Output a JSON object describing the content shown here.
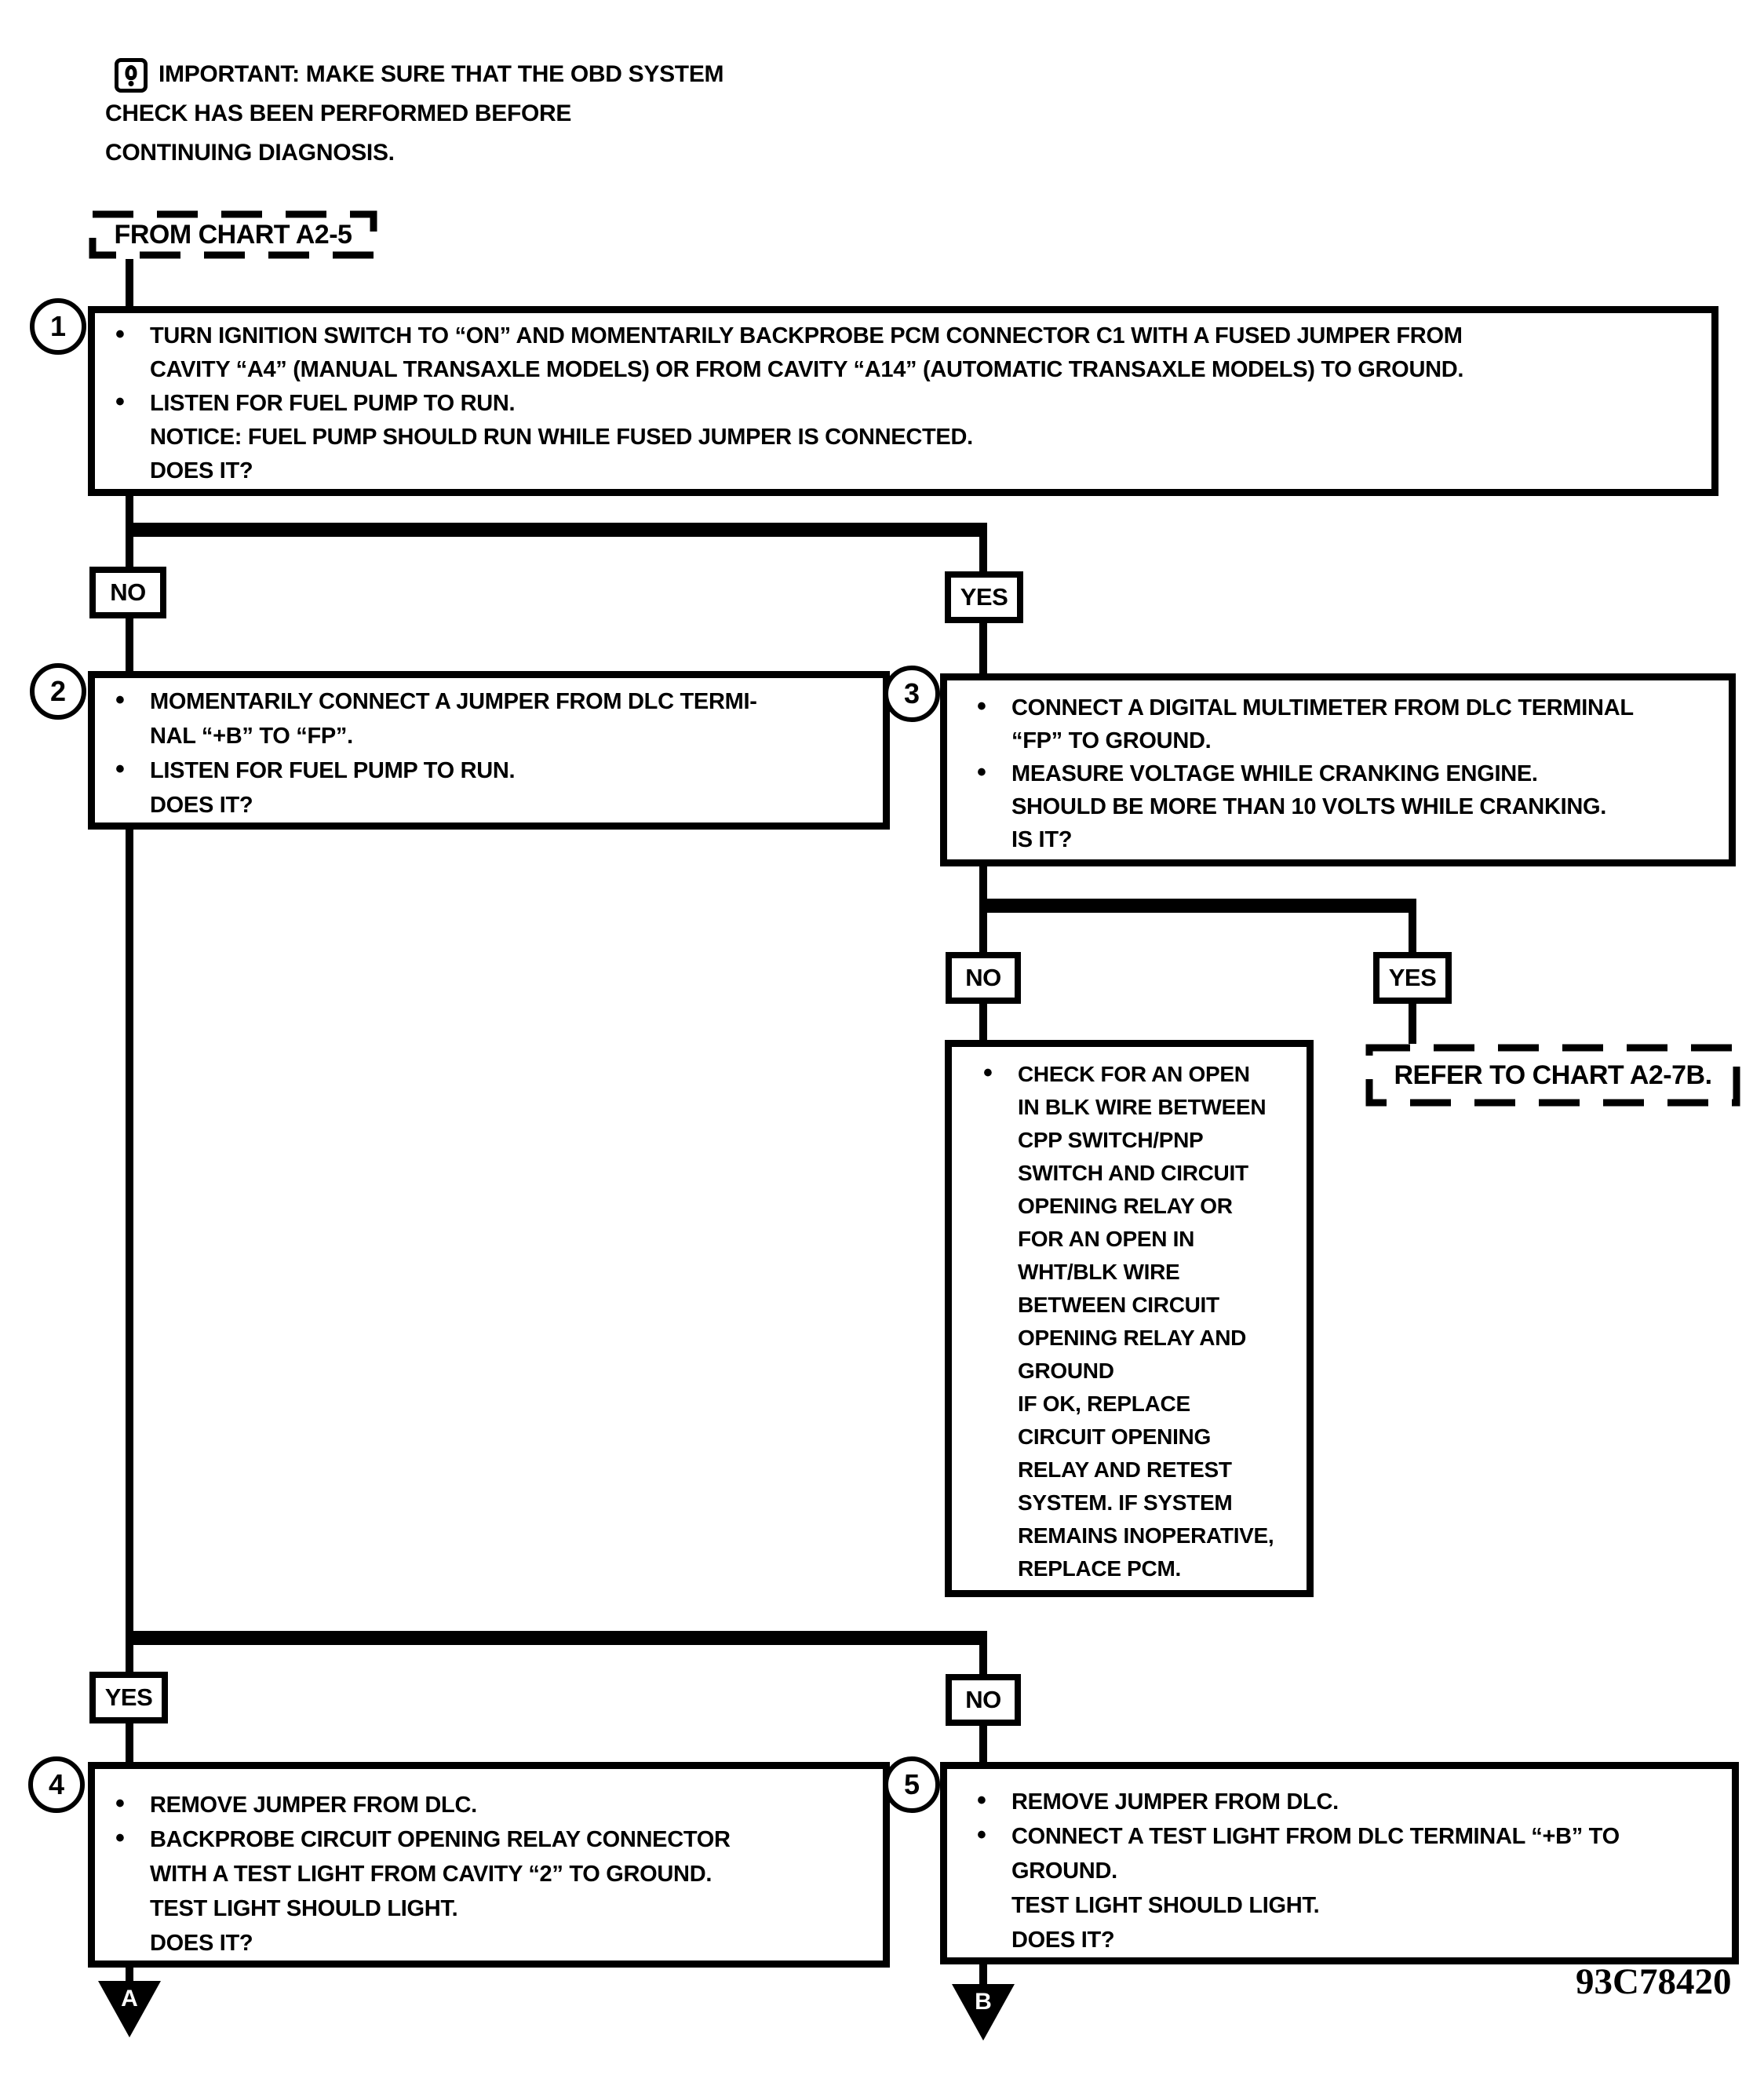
{
  "page": {
    "background": "#ffffff",
    "ink": "#000000",
    "doc_number": "93C78420"
  },
  "note": {
    "icon": "important-icon",
    "line1": "IMPORTANT:  MAKE SURE THAT THE OBD SYSTEM",
    "line2": "CHECK HAS BEEN PERFORMED BEFORE",
    "line3": "CONTINUING DIAGNOSIS."
  },
  "start": {
    "label": "FROM CHART A2-5"
  },
  "connectors": {
    "no1": "NO",
    "yes1": "YES",
    "no2": "NO",
    "yes2": "YES",
    "yes3": "YES",
    "no3": "NO"
  },
  "steps": {
    "s1": {
      "number": "1",
      "l1": "TURN IGNITION SWITCH TO “ON” AND MOMENTARILY BACKPROBE PCM CONNECTOR C1 WITH A FUSED JUMPER FROM",
      "l2": "CAVITY “A4” (MANUAL TRANSAXLE MODELS) OR FROM CAVITY “A14” (AUTOMATIC TRANSAXLE MODELS) TO GROUND.",
      "l3": "LISTEN FOR FUEL PUMP TO RUN.",
      "l4": "NOTICE: FUEL PUMP SHOULD RUN WHILE FUSED JUMPER IS CONNECTED.",
      "l5": "DOES IT?"
    },
    "s2": {
      "number": "2",
      "l1": "MOMENTARILY CONNECT A JUMPER FROM DLC TERMI-",
      "l2": "NAL “+B” TO “FP”.",
      "l3": "LISTEN FOR FUEL PUMP TO RUN.",
      "l4": "DOES IT?"
    },
    "s3": {
      "number": "3",
      "l1": "CONNECT A DIGITAL MULTIMETER FROM DLC TERMINAL",
      "l2": "“FP” TO GROUND.",
      "l3": "MEASURE VOLTAGE WHILE CRANKING ENGINE.",
      "l4": "SHOULD BE MORE THAN 10 VOLTS WHILE CRANKING.",
      "l5": "IS IT?"
    },
    "s3no": {
      "l1": "CHECK FOR AN OPEN",
      "l2": "IN BLK WIRE BETWEEN",
      "l3": "CPP SWITCH/PNP",
      "l4": "SWITCH AND CIRCUIT",
      "l5": "OPENING RELAY OR",
      "l6": "FOR AN OPEN IN",
      "l7": "WHT/BLK WIRE",
      "l8": "BETWEEN CIRCUIT",
      "l9": "OPENING RELAY AND",
      "l10": "GROUND",
      "l11": "IF OK, REPLACE",
      "l12": "CIRCUIT OPENING",
      "l13": "RELAY AND RETEST",
      "l14": "SYSTEM. IF SYSTEM",
      "l15": "REMAINS INOPERATIVE,",
      "l16": "REPLACE PCM."
    },
    "refer": {
      "label": "REFER TO CHART A2-7B."
    },
    "s4": {
      "number": "4",
      "l1": "REMOVE JUMPER FROM DLC.",
      "l2": "BACKPROBE CIRCUIT OPENING RELAY CONNECTOR",
      "l3": "WITH A TEST LIGHT FROM CAVITY “2” TO GROUND.",
      "l4": "TEST LIGHT SHOULD LIGHT.",
      "l5": "DOES IT?"
    },
    "s5": {
      "number": "5",
      "l1": "REMOVE JUMPER FROM DLC.",
      "l2": "CONNECT A TEST LIGHT FROM DLC TERMINAL “+B” TO",
      "l3": "GROUND.",
      "l4": "TEST LIGHT SHOULD LIGHT.",
      "l5": "DOES IT?"
    }
  },
  "offpage": {
    "a": "A",
    "b": "B"
  }
}
